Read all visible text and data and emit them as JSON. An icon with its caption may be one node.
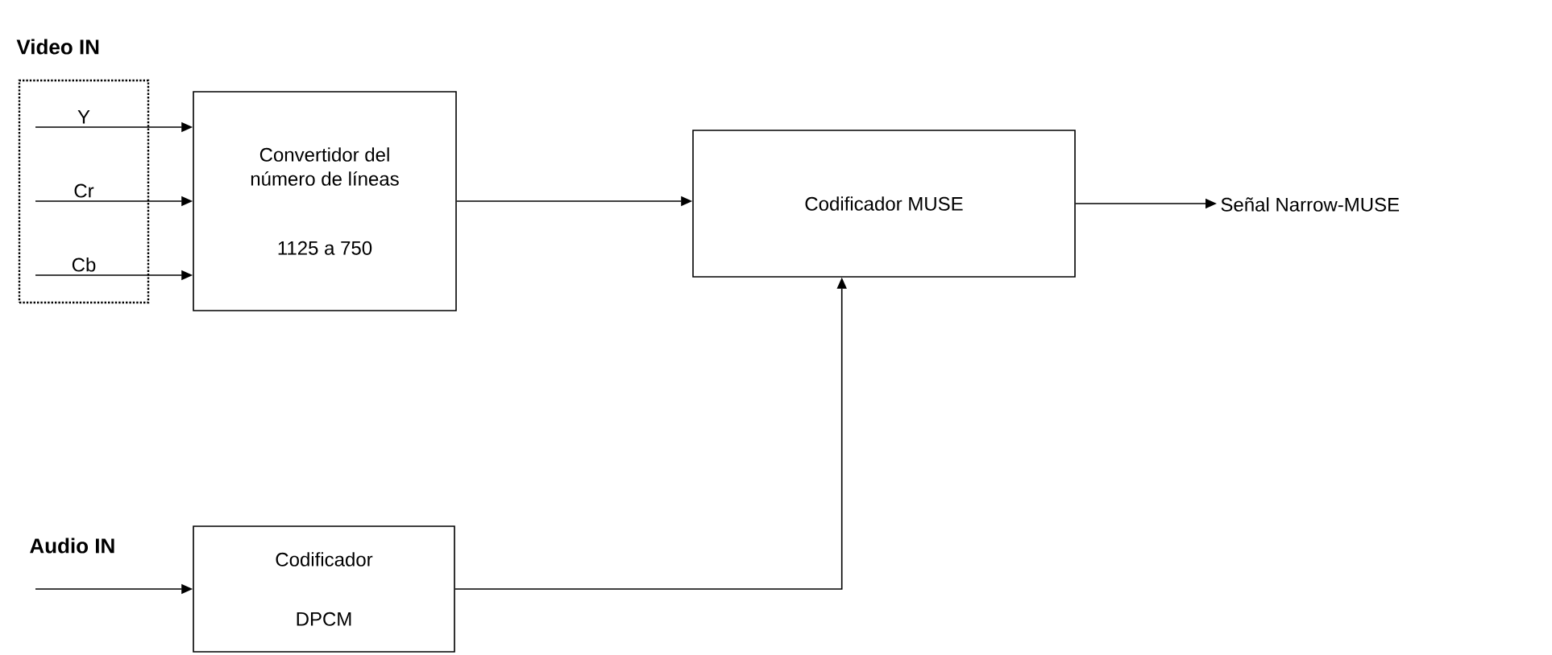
{
  "diagram": {
    "nodes": [
      {
        "text": [
          "Video IN"
        ]
      },
      {
        "text": [
          "Convertidor del número de líneas",
          "1125 a 750"
        ]
      },
      {
        "text": [
          "Codificador MUSE"
        ]
      },
      {
        "text": [
          "Señal Narrow-MUSE"
        ]
      },
      {
        "text": [
          "Codificador",
          "DPCM"
        ]
      }
    ],
    "edges": [
      {
        "from": 0,
        "to": 1,
        "arrow": "to",
        "label": "Y"
      },
      {
        "from": 0,
        "to": 1,
        "arrow": "to",
        "label": "Cr"
      },
      {
        "from": 0,
        "to": 1,
        "arrow": "to",
        "label": "Cb"
      },
      {
        "from": 1,
        "to": 2,
        "arrow": "to"
      },
      {
        "from": 2,
        "to": 3,
        "arrow": "to"
      },
      {
        "from": null,
        "to": 4,
        "arrow": "to"
      },
      {
        "from": 4,
        "to": 2,
        "arrow": "to"
      }
    ],
    "labels": [
      "Audio IN"
    ]
  }
}
